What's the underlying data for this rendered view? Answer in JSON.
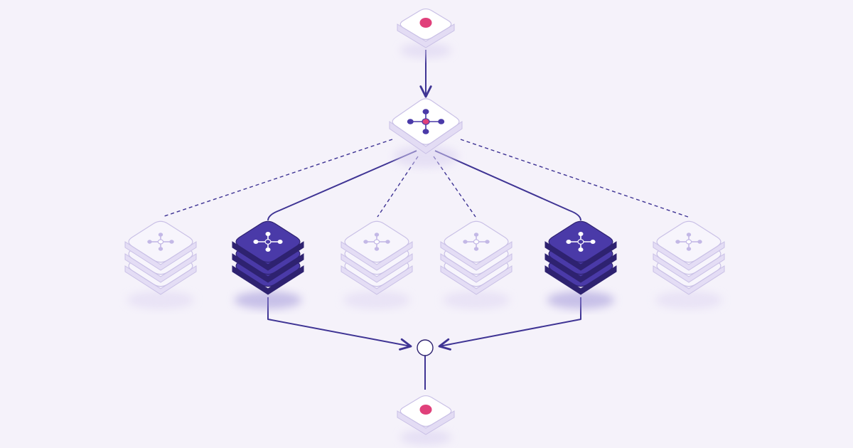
{
  "colors": {
    "background": "#f5f2fa",
    "primary": "#4a3aa8",
    "primary_dark": "#2e2270",
    "accent": "#e0407a",
    "node_face": "#f7f5fc",
    "node_stroke": "#c9c0e6",
    "muted_icon": "#c3b8e6",
    "edge": "#3f3494"
  },
  "diagram": {
    "source": {
      "kind": "endpoint",
      "icon": "dot-icon"
    },
    "router": {
      "kind": "router",
      "icon": "hub-icon"
    },
    "workers": [
      {
        "id": "worker-1",
        "state": "inactive",
        "icon": "hub-icon",
        "link": "dashed"
      },
      {
        "id": "worker-2",
        "state": "active",
        "icon": "hub-icon",
        "link": "solid"
      },
      {
        "id": "worker-3",
        "state": "inactive",
        "icon": "hub-icon",
        "link": "dashed"
      },
      {
        "id": "worker-4",
        "state": "inactive",
        "icon": "hub-icon",
        "link": "dashed"
      },
      {
        "id": "worker-5",
        "state": "active",
        "icon": "hub-icon",
        "link": "solid"
      },
      {
        "id": "worker-6",
        "state": "inactive",
        "icon": "hub-icon",
        "link": "dashed"
      }
    ],
    "merge": {
      "kind": "join",
      "icon": "circle-icon"
    },
    "sink": {
      "kind": "endpoint",
      "icon": "dot-icon"
    }
  }
}
